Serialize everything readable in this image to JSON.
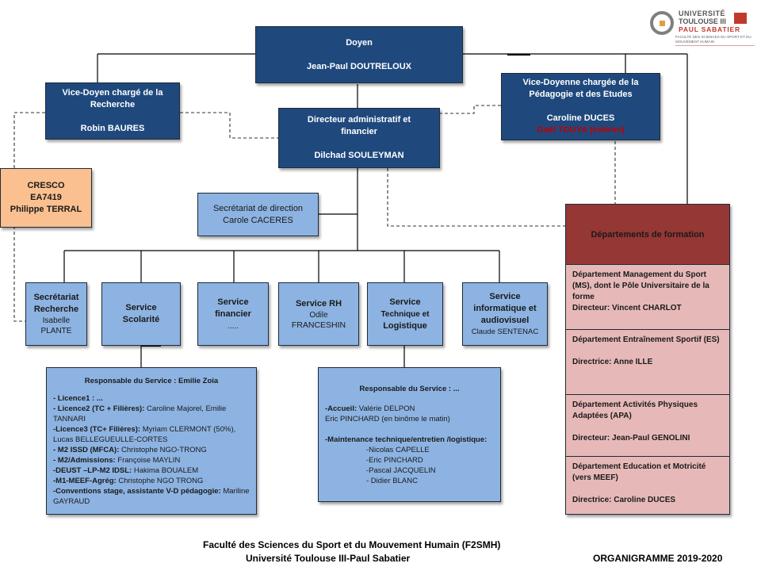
{
  "logo": {
    "line1": "UNIVERSITÉ",
    "line2": "TOULOUSE III",
    "line3": "PAUL SABATIER",
    "subtitle": "FACULTÉ DES SCIENCES DU SPORT ET DU MOUVEMENT HUMAIN"
  },
  "doyen": {
    "title": "Doyen",
    "name": "Jean-Paul DOUTRELOUX"
  },
  "vice_doyen_recherche": {
    "title": "Vice-Doyen chargé de la Recherche",
    "name": "Robin BAURES"
  },
  "vice_doyenne_pedagogie": {
    "title": "Vice-Doyenne chargée de la Pédagogie et des Etudes",
    "name": "Caroline DUCES",
    "interim": "Gaël TOUYA (intérim)"
  },
  "directeur_admin": {
    "title": "Directeur administratif  et financier",
    "name": "Dilchad  SOULEYMAN"
  },
  "cresco": {
    "line1": "CRESCO",
    "line2": "EA7419",
    "line3": "Philippe TERRAL"
  },
  "secretariat_direction": {
    "title": "Secrétariat de direction",
    "name": "Carole  CACERES"
  },
  "services": [
    {
      "title_l1": "Secrétariat",
      "title_l2": "Recherche",
      "name_l1": "Isabelle",
      "name_l2": "PLANTE"
    },
    {
      "title_l1": "Service",
      "title_l2": "Scolarité"
    },
    {
      "title_l1": "Service",
      "title_l2": "financier",
      "name_l1": "....."
    },
    {
      "title_l1": "Service RH",
      "name_l1": "Odile",
      "name_l2": "FRANCESHIN"
    },
    {
      "title_l1": "Service",
      "title_l2": "Technique et",
      "title_l3": "Logistique"
    },
    {
      "title_l1": "Service",
      "title_l2": "informatique  et",
      "title_l3": "audiovisuel",
      "name_l1": "Claude SENTENAC"
    }
  ],
  "scolarite_detail": {
    "head": "Responsable du Service : Emilie Zoia",
    "lines": [
      {
        "label": "- Licence1 : ...",
        "value": ""
      },
      {
        "label": "- Licence2 (TC + Filières):",
        "value": " Caroline Majorel, Emilie TANNARI"
      },
      {
        "label": "-Licence3 (TC+ Filières):",
        "value": " Myriam CLERMONT (50%), Lucas BELLEGUEULLE-CORTES"
      },
      {
        "label": "- M2 ISSD (MFCA):",
        "value": " Christophe NGO-TRONG"
      },
      {
        "label": "- M2/Admissions:",
        "value": " Françoise MAYLIN"
      },
      {
        "label": "-DEUST –LP-M2 IDSL:",
        "value": " Hakima BOUALEM"
      },
      {
        "label": "-M1-MEEF-Agrég:",
        "value": " Christophe NGO TRONG"
      },
      {
        "label": "-Conventions stage, assistante V-D pédagogie:",
        "value": " Mariline GAYRAUD"
      }
    ]
  },
  "technique_detail": {
    "head": "Responsable du Service : ...",
    "accueil_label": "-Accueil:",
    "accueil_value": " Valérie DELPON",
    "accueil_line2": "Eric PINCHARD (en binôme le matin)",
    "maintenance_label": "-Maintenance technique/entretien /logistique:",
    "maintenance_staff": [
      "-Nicolas CAPELLE",
      "-Eric PINCHARD",
      "-Pascal JACQUELIN",
      "- Didier BLANC"
    ]
  },
  "departements": {
    "head": "Départements  de formation",
    "items": [
      {
        "name": "Département  Management  du  Sport (MS), dont  le Pôle  Universitaire de la forme",
        "director": "Directeur:  Vincent  CHARLOT"
      },
      {
        "name": "Département  Entraînement  Sportif (ES)",
        "director": "Directrice:  Anne  ILLE"
      },
      {
        "name": "Département  Activités Physiques Adaptées  (APA)",
        "director": "Directeur:  Jean-Paul  GENOLINI"
      },
      {
        "name": "Département  Education  et  Motricité (vers MEEF)",
        "director": "Directrice:  Caroline  DUCES"
      }
    ]
  },
  "footer": {
    "line1": "Faculté des Sciences du Sport et du Mouvement Humain (F2SMH)",
    "line2": "Université Toulouse III-Paul Sabatier",
    "title": "ORGANIGRAMME 2019-2020"
  },
  "colors": {
    "dark_box": "#1f497d",
    "light_box": "#8db3e2",
    "orange_box": "#fac090",
    "dept_head": "#953735",
    "dept_body": "#e6b9b8",
    "interim_text": "#c00000"
  }
}
